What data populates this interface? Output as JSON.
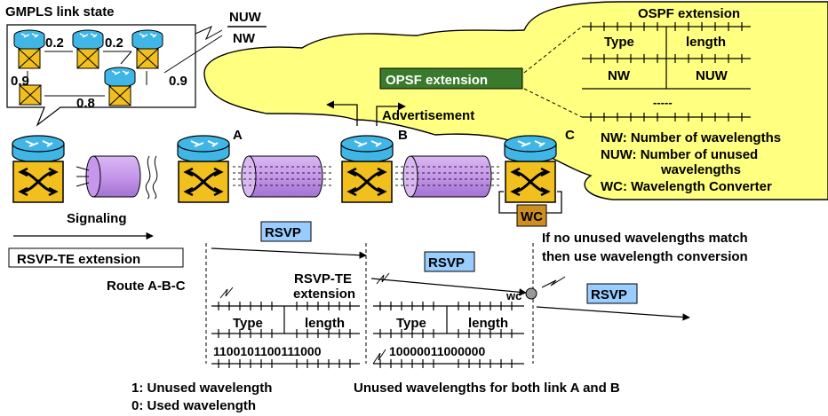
{
  "colors": {
    "cloud": "#ffff80",
    "router_top": "#3fb6e6",
    "router_body": "#f2c01e",
    "switch_box": "#f2c01e",
    "fiber": "#c696ea",
    "green_box": "#3a7a2c",
    "rsvp_box": "#99ccff",
    "wc_box": "#cc8e20"
  },
  "gmpls": {
    "title": "GMPLS link state",
    "weights": [
      "0.2",
      "0.2",
      "0.9",
      "0.8",
      "0.9"
    ],
    "nuw": "NUW",
    "nw": "NW"
  },
  "ospf": {
    "title": "OSPF extension",
    "type": "Type",
    "length": "length",
    "nw": "NW",
    "nuw": "NUW",
    "ellipsis": "-----",
    "legend": [
      "NW: Number of wavelengths",
      "NUW: Number of unused",
      "wavelengths",
      "WC: Wavelength Converter"
    ]
  },
  "opsf_label": "OPSF extension",
  "advertisement": "Advertisement",
  "nodes": {
    "a": "A",
    "b": "B",
    "c": "C"
  },
  "wc": "WC",
  "wc_small": "WC",
  "signaling": "Signaling",
  "rsvp": "RSVP",
  "rsvp_te_ext": "RSVP-TE extension",
  "route": "Route A-B-C",
  "rsvp_te_two": [
    "RSVP-TE",
    "extension"
  ],
  "table_a": {
    "type": "Type",
    "length": "length",
    "bits": "1100101100111000"
  },
  "table_b": {
    "type": "Type",
    "length": "length",
    "bits": "10000011000000"
  },
  "no_match_note": [
    "If no unused wavelengths match",
    "then use wavelength conversion"
  ],
  "legend_bits": [
    "1: Unused wavelength",
    "0: Used wavelength"
  ],
  "unused_both": "Unused wavelengths for both link A and B"
}
